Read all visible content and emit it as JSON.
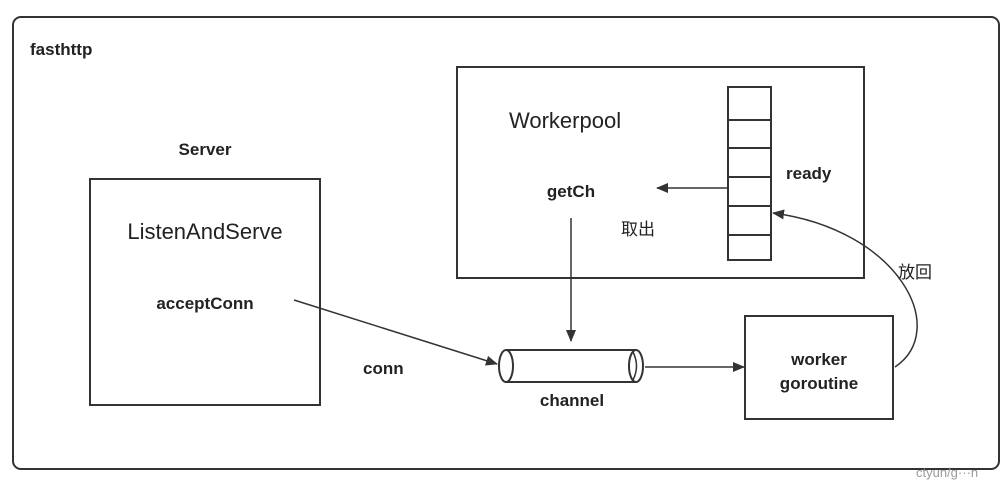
{
  "outer_label": "fasthttp",
  "server": {
    "caption": "Server",
    "title": "ListenAndServe",
    "item": "acceptConn"
  },
  "workerpool": {
    "title": "Workerpool",
    "item": "getCh",
    "queue_label": "ready",
    "take_label": "取出"
  },
  "conn_label": "conn",
  "channel_label": "channel",
  "worker": {
    "line1": "worker",
    "line2": "goroutine"
  },
  "return_label": "放回",
  "watermark": "ctyun/g···n",
  "colors": {
    "stroke": "#333333",
    "text": "#222222"
  }
}
